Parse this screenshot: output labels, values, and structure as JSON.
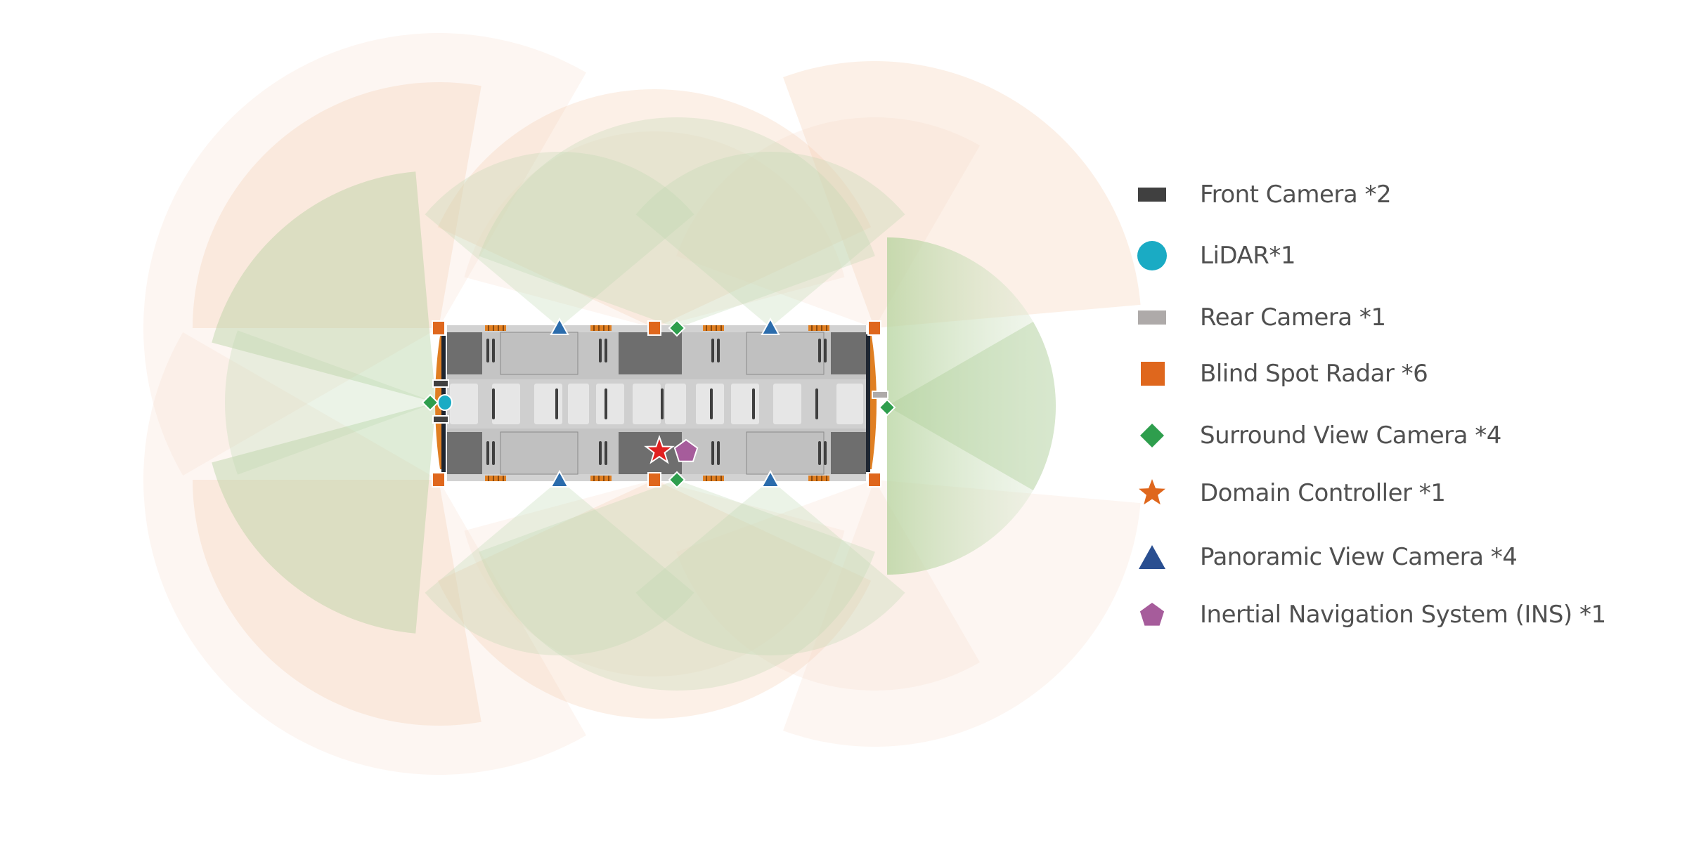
{
  "diagram": {
    "title": "Vehicle sensor layout and coverage",
    "colors": {
      "radar_coverage": "#f3cdb2",
      "camera_coverage": "#b9d6a4",
      "vehicle_body": "#c4c4c4",
      "vehicle_dark": "#6e6e6e",
      "vehicle_accent": "#e07f22"
    }
  },
  "legend": {
    "items": [
      {
        "id": "front-camera",
        "label": "Front Camera *2",
        "icon": "dark-rectangle",
        "color": "#404040"
      },
      {
        "id": "lidar",
        "label": "LiDAR*1",
        "icon": "circle",
        "color": "#1aabc4"
      },
      {
        "id": "rear-camera",
        "label": "Rear Camera *1",
        "icon": "gray-rectangle",
        "color": "#aeaaa9"
      },
      {
        "id": "blind-spot-radar",
        "label": "Blind Spot Radar *6",
        "icon": "square",
        "color": "#df671d"
      },
      {
        "id": "surround-view-camera",
        "label": "Surround View Camera *4",
        "icon": "diamond",
        "color": "#2e9e4d"
      },
      {
        "id": "domain-controller",
        "label": "Domain Controller *1",
        "icon": "star",
        "color": "#df671d"
      },
      {
        "id": "panoramic-view-camera",
        "label": "Panoramic View Camera *4",
        "icon": "triangle",
        "color": "#2a4f91"
      },
      {
        "id": "ins",
        "label": "Inertial Navigation System (INS) *1",
        "icon": "pentagon",
        "color": "#a65c9b"
      }
    ]
  },
  "vehicle_markers": {
    "domain_controller_color": "#e02020",
    "panoramic_camera_color": "#2b6cac"
  }
}
